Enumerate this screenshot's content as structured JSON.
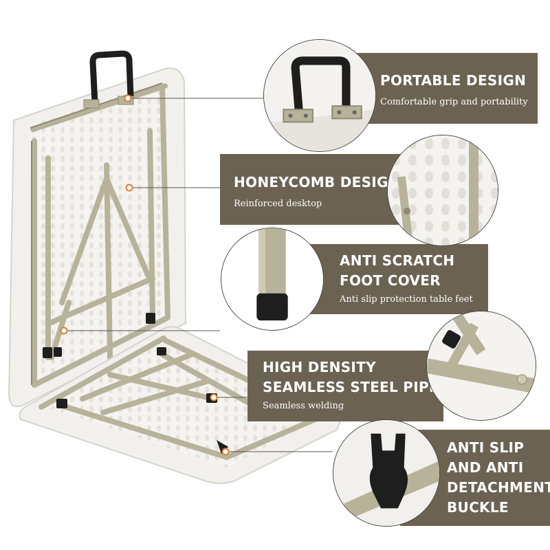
{
  "features": [
    {
      "id": "portable",
      "title_lines": [
        "PORTABLE DESIGN"
      ],
      "subtitle": "Comfortable grip and portability"
    },
    {
      "id": "honeycomb",
      "title_lines": [
        "HONEYCOMB DESIGN"
      ],
      "subtitle": "Reinforced desktop"
    },
    {
      "id": "scratch",
      "title_lines": [
        "ANTI SCRATCH",
        "FOOT COVER"
      ],
      "subtitle": "Anti slip protection table feet"
    },
    {
      "id": "steel",
      "title_lines": [
        "HIGH DENSITY",
        "SEAMLESS STEEL PIPE"
      ],
      "subtitle": "Seamless welding"
    },
    {
      "id": "buckle",
      "title_lines": [
        "ANTI SLIP",
        "AND ANTI",
        "DETACHMENT",
        "BUCKLE"
      ],
      "subtitle": ""
    }
  ],
  "colors": {
    "panel": "#6b6252",
    "frame": "#b7b39a",
    "frame_dark": "#8e8a72",
    "tabletop": "#f4f3ef",
    "handle": "#1e1e1e",
    "marker": "#e07a2e"
  },
  "icons": [
    "handle-icon",
    "table-frame-illustration",
    "foot-cap-icon",
    "buckle-icon"
  ]
}
